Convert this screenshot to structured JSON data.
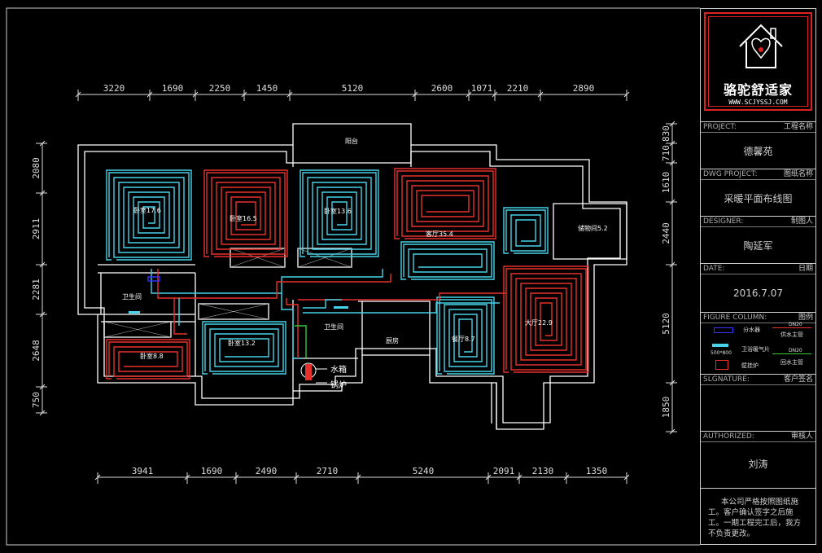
{
  "dimensions": {
    "top": [
      "3220",
      "1690",
      "2250",
      "1450",
      "5120",
      "2600",
      "1071",
      "2210",
      "2890"
    ],
    "bottom": [
      "3941",
      "1690",
      "2490",
      "2710",
      "5240",
      "2091",
      "2130",
      "1350"
    ],
    "left": [
      "2080",
      "2911",
      "2281",
      "2648",
      "750"
    ],
    "right": [
      "830",
      "710",
      "1610",
      "2440",
      "5120",
      "1850"
    ]
  },
  "rooms": {
    "r1": "卧室17.6",
    "r2": "卧室16.5",
    "r3": "卧室13.6",
    "r4": "客厅35.4",
    "r5": "储物间5.2",
    "r6": "卫生间",
    "r7": "卧室8.8",
    "r8": "卧室13.2",
    "r9": "卫生间",
    "r10": "厨房",
    "r11": "餐厅8.7",
    "r12": "大厅22.9",
    "balcony": "阳台"
  },
  "equipment": {
    "tank": "水箱",
    "boiler": "锅炉"
  },
  "title_block": {
    "company_name": "骆驼舒适家",
    "company_url": "WWW.SCJYSSJ.COM",
    "project_label": "PROJECT:",
    "project_label_cn": "工程名称",
    "project_value": "德馨苑",
    "dwg_label": "DWG PROJECT:",
    "dwg_label_cn": "图纸名称",
    "dwg_value": "采暖平面布线图",
    "designer_label": "DESIGNER:",
    "designer_label_cn": "制图人",
    "designer_value": "陶延军",
    "date_label": "DATE:",
    "date_label_cn": "日期",
    "date_value": "2016.7.07",
    "figure_label": "FIGURE COLUMN:",
    "figure_label_cn": "图例",
    "legend": {
      "manifold": "分水器",
      "supply_pipe": "供水主管",
      "vent": "卫浴暖气片",
      "vent_size": "500*800",
      "return_pipe": "回水主管",
      "boiler": "壁挂炉",
      "return_tag": "DN20",
      "supply_tag": "DN20"
    },
    "signature_label": "SLGNATURE:",
    "signature_label_cn": "客户签名",
    "authorized_label": "AUTHORIZED:",
    "authorized_label_cn": "审核人",
    "authorized_value": "刘涛",
    "note": "本公司严格按照图纸施工。客户确认签字之后施工。一期工程完工后，我方不负责更改。"
  },
  "colors": {
    "cyan_loop": "#46d2e8",
    "red_loop": "#e8302a",
    "wall": "#ffffff",
    "background": "#000000",
    "frame": "#cfcfcf",
    "logo_red": "#d22222"
  }
}
